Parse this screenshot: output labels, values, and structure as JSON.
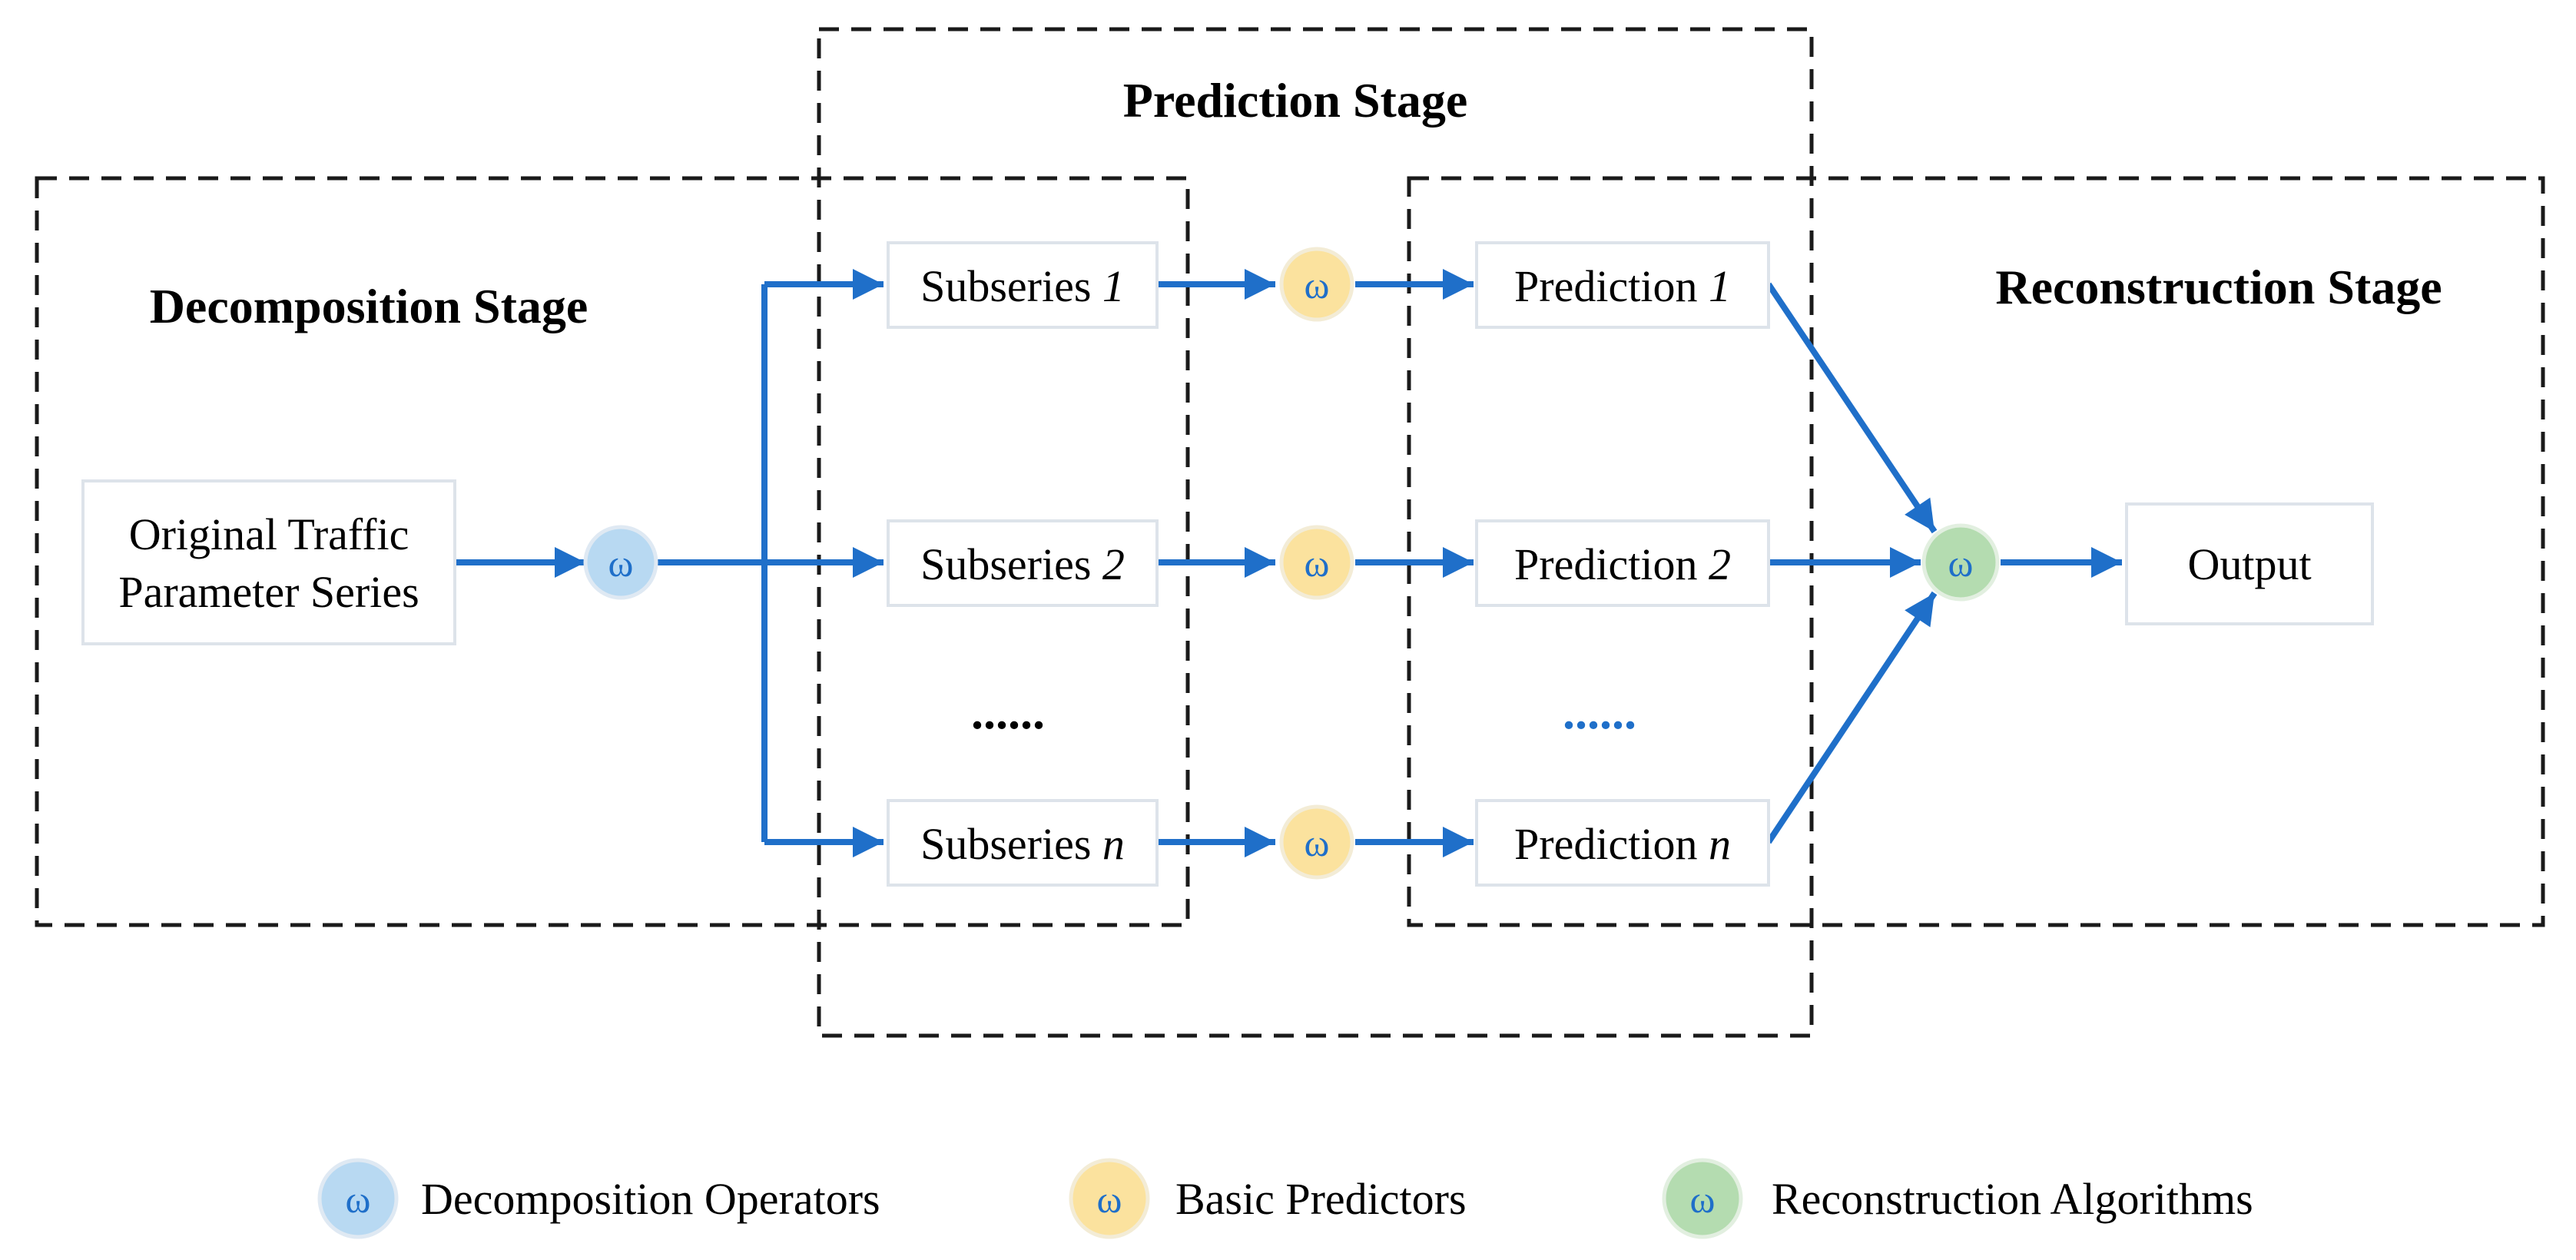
{
  "stages": {
    "decomposition": "Decomposition Stage",
    "prediction": "Prediction Stage",
    "reconstruction": "Reconstruction Stage"
  },
  "input": {
    "line1": "Original Traffic",
    "line2": "Parameter Series"
  },
  "subseries": [
    {
      "prefix": "Subseries ",
      "index": "1"
    },
    {
      "prefix": "Subseries ",
      "index": "2"
    },
    {
      "prefix": "Subseries ",
      "index": "n"
    }
  ],
  "predictions": [
    {
      "prefix": "Prediction ",
      "index": "1"
    },
    {
      "prefix": "Prediction ",
      "index": "2"
    },
    {
      "prefix": "Prediction ",
      "index": "n"
    }
  ],
  "ellipsis": {
    "subseries": "......",
    "predictions": "......"
  },
  "output": "Output",
  "operator_symbol": "ω",
  "legend": [
    {
      "label": "Decomposition Operators",
      "color": "#b8d9f2"
    },
    {
      "label": "Basic Predictors",
      "color": "#fbe29e"
    },
    {
      "label": "Reconstruction Algorithms",
      "color": "#b4dcb0"
    }
  ],
  "colors": {
    "arrow": "#1f6fc9",
    "decomposition_node": "#b8d9f2",
    "predictor_node": "#fbe29e",
    "reconstruction_node": "#b4dcb0",
    "box_border": "#dde3ea"
  }
}
